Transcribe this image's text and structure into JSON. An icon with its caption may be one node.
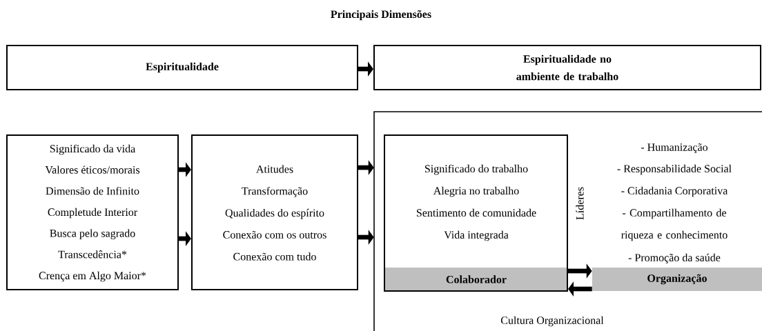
{
  "diagram": {
    "title": "Principais Dimensões",
    "nodes": [
      {
        "text": [
          "Espiritualidade"
        ]
      },
      {
        "text": [
          "Espiritualidade no ambiente de trabalho"
        ]
      },
      {
        "text": [
          "Significado da vida",
          "Valores éticos/morais",
          "Dimensão de Infinito",
          "Completude Interior",
          "Busca pelo sagrado",
          "Transcedência*",
          "Crença em Algo Maior*"
        ]
      },
      {
        "text": [
          "Atitudes",
          "Transformação",
          "Qualidades do espírito",
          "Conexão com os outros",
          "Conexão com tudo"
        ]
      },
      {
        "text": [
          "Cultura Organizacional"
        ]
      },
      {
        "text": [
          "Significado do trabalho",
          "Alegria no trabalho",
          "Sentimento de comunidade",
          "Vida integrada",
          "Colaborador"
        ],
        "in": 4
      },
      {
        "text": [
          "Organização"
        ],
        "beside": [
          "- Humanização",
          "- Responsabilidade Social",
          "- Cidadania Corporativa",
          "- Compartilhamento de riqueza e conhecimento",
          "- Promoção da saúde"
        ],
        "in": 4
      }
    ],
    "edges": [
      {
        "from": 0,
        "to": 1,
        "arrow": "to"
      },
      {
        "from": 2,
        "to": 3,
        "arrow": "to"
      },
      {
        "from": 2,
        "to": 3,
        "arrow": "to"
      },
      {
        "from": 3,
        "to": 4,
        "arrow": "to"
      },
      {
        "from": 3,
        "to": 4,
        "arrow": "to"
      },
      {
        "from": 5,
        "to": 6,
        "arrow": "to"
      },
      {
        "from": 6,
        "to": 5,
        "arrow": "to"
      }
    ],
    "labels": [
      "Líderes"
    ]
  }
}
